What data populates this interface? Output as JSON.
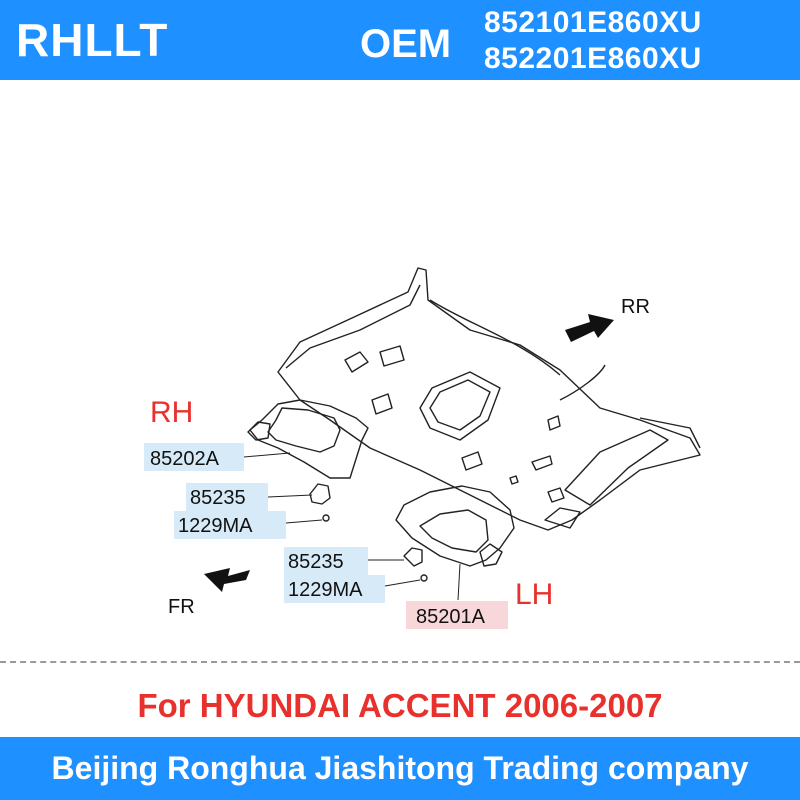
{
  "header": {
    "brand": "RHLLT",
    "oem_label": "OEM",
    "part_numbers": [
      "852101E860XU",
      "852201E860XU"
    ]
  },
  "diagram": {
    "side_labels": {
      "right": "RH",
      "left": "LH"
    },
    "direction_labels": {
      "rear": "RR",
      "front": "FR"
    },
    "callouts": [
      {
        "id": "rh-visor",
        "text": "85202A"
      },
      {
        "id": "rh-clip",
        "text": "85235"
      },
      {
        "id": "rh-screw",
        "text": "1229MA"
      },
      {
        "id": "lh-clip",
        "text": "85235"
      },
      {
        "id": "lh-screw",
        "text": "1229MA"
      },
      {
        "id": "lh-visor",
        "text": "85201A"
      }
    ]
  },
  "vehicle_fitment": "For HYUNDAI ACCENT 2006-2007",
  "footer": {
    "company": "Beijing Ronghua Jiashitong Trading company"
  },
  "colors": {
    "banner": "#1e90ff",
    "accent_red": "#e8302c",
    "callout_blue": "#d6eaf8",
    "callout_red": "#f8d7da"
  }
}
